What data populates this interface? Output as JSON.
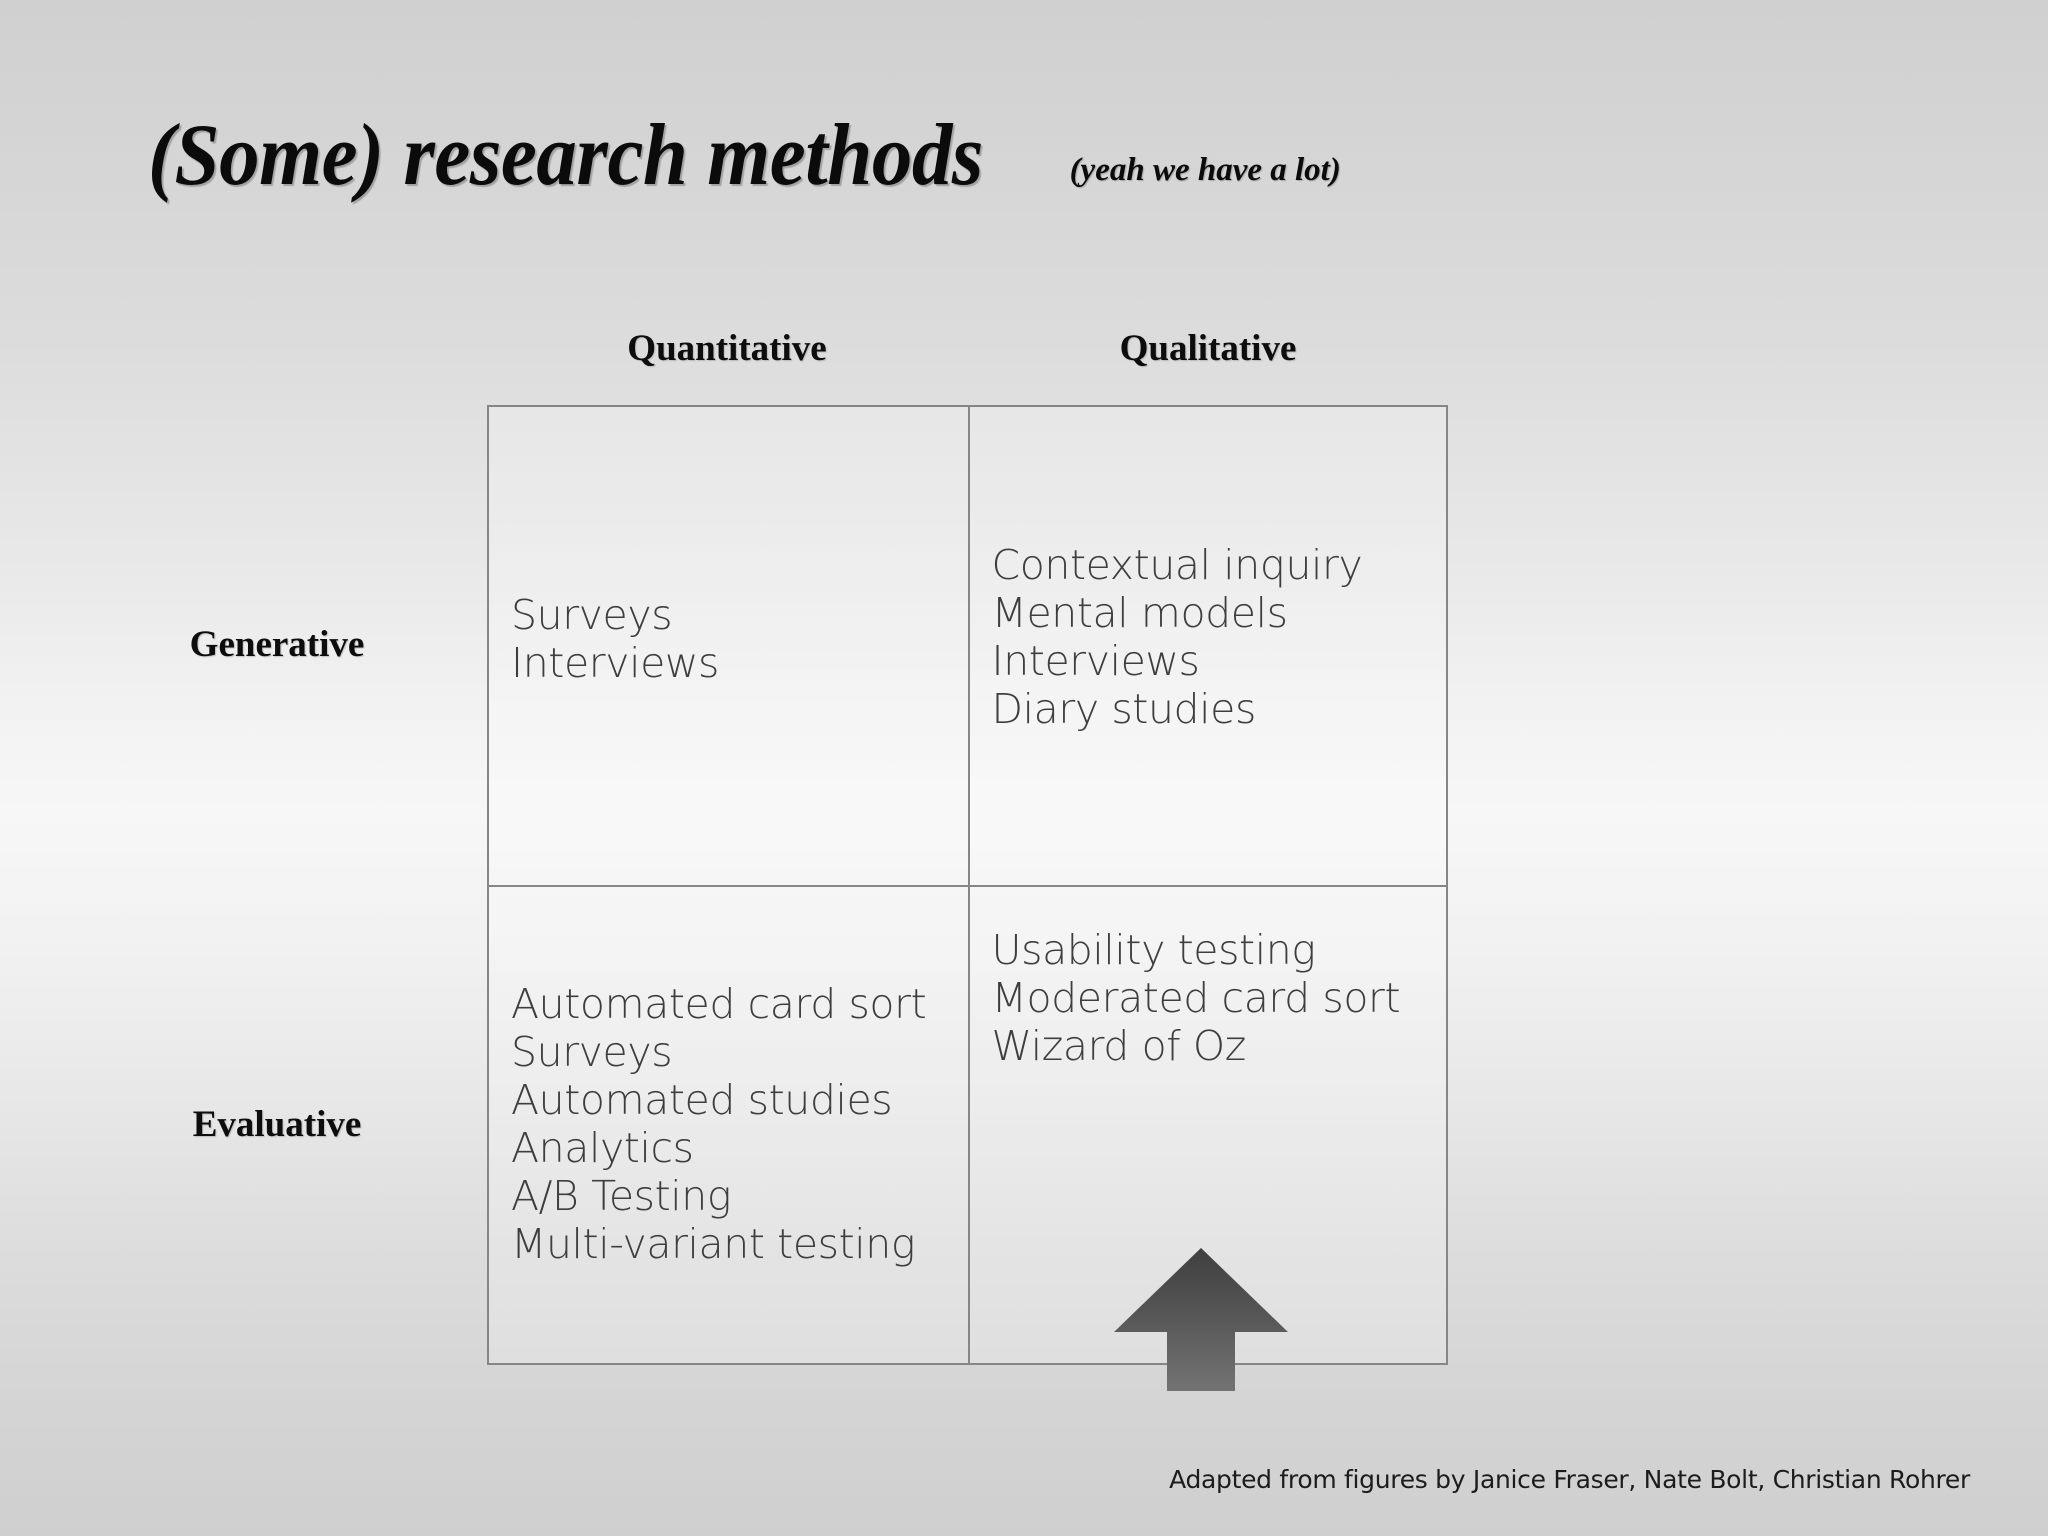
{
  "slide": {
    "title_main": "(Some) research methods",
    "title_sub": "(yeah we have a lot)",
    "footer": "Adapted from figures by Janice Fraser, Nate Bolt, Christian Rohrer",
    "arrow_icon": "up-arrow-icon",
    "colors": {
      "background_top": "#d0d0d0",
      "background_mid": "#f7f7f7",
      "background_bottom": "#cfcfcf",
      "border": "#868686",
      "title_text": "#0b0b0b",
      "cell_text": "#3e3e3e",
      "arrow_top": "#464646",
      "arrow_bottom": "#6e6e6e"
    }
  },
  "matrix": {
    "column_headers": [
      "Quantitative",
      "Qualitative"
    ],
    "row_headers": [
      "Generative",
      "Evaluative"
    ],
    "cells": [
      {
        "row": "Generative",
        "column": "Quantitative",
        "items": [
          "Surveys",
          "Interviews"
        ]
      },
      {
        "row": "Generative",
        "column": "Qualitative",
        "items": [
          "Contextual inquiry",
          "Mental models",
          "Interviews",
          "Diary studies"
        ]
      },
      {
        "row": "Evaluative",
        "column": "Quantitative",
        "items": [
          "Automated card sort",
          "Surveys",
          "Automated studies",
          "Analytics",
          "A/B Testing",
          "Multi-variant testing"
        ]
      },
      {
        "row": "Evaluative",
        "column": "Qualitative",
        "items": [
          "Usability testing",
          "Moderated card sort",
          "Wizard of Oz"
        ]
      }
    ]
  }
}
